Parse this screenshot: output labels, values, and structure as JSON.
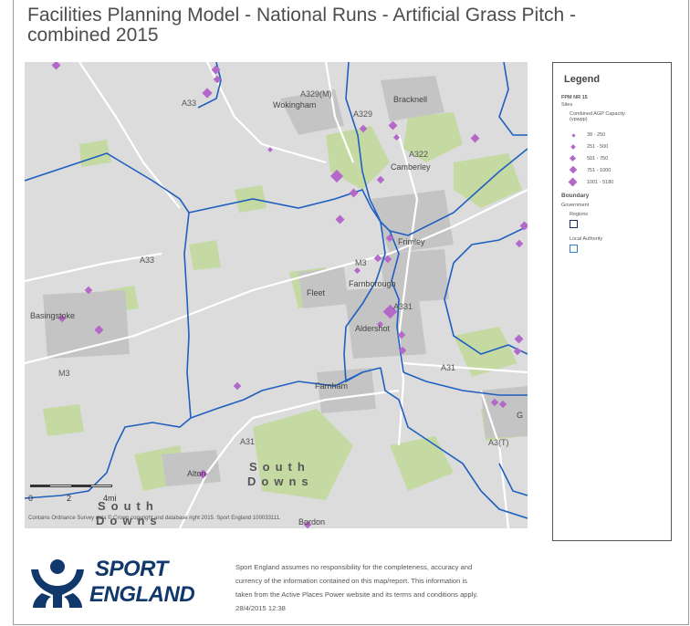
{
  "title": "Facilities Planning Model - National Runs - Artificial Grass Pitch - combined 2015",
  "map": {
    "places": [
      "Wokingham",
      "Bracknell",
      "Camberley",
      "Frimley",
      "Farnborough",
      "Fleet",
      "Aldershot",
      "Farnham",
      "Basingstoke",
      "Alton",
      "Bordon"
    ],
    "roads": [
      "A329(M)",
      "A329",
      "A33",
      "A322",
      "M3",
      "A331",
      "A31",
      "A3(T)"
    ],
    "area_label_1": "South",
    "area_label_2": "Downs",
    "area_label_3": "South",
    "area_label_4": "Downs",
    "scale_labels": [
      "0",
      "2",
      "4mi"
    ],
    "attribution": "Contains Ordnance Survey data © Crown copyright and database right 2015. Sport England 100033111.",
    "partial_label": "G"
  },
  "legend": {
    "title": "Legend",
    "layer": "FPM NR 15",
    "sites": "Sites",
    "capacity_title_1": "Combined AGP Capacity",
    "capacity_title_2": "(vpwpp)",
    "classes": [
      "38 - 250",
      "251 - 500",
      "501 - 750",
      "751 - 1000",
      "1001 - 5180"
    ],
    "boundary": "Boundary",
    "government": "Government",
    "regions": "Regions",
    "local_authority": "Local Authority",
    "colors": {
      "site": "#b468c9",
      "regions": "#1a2a6c",
      "local_authority": "#2d7dd2"
    }
  },
  "footer": {
    "logo_line1": "SPORT",
    "logo_line2": "ENGLAND",
    "disclaimer": [
      "Sport England assumes no responsibility for the completeness, accuracy and",
      "currency of the information contained on this map/report. This information is",
      "taken from the Active Places Power website and its terms and conditions apply.",
      "28/4/2015 12:38"
    ]
  }
}
